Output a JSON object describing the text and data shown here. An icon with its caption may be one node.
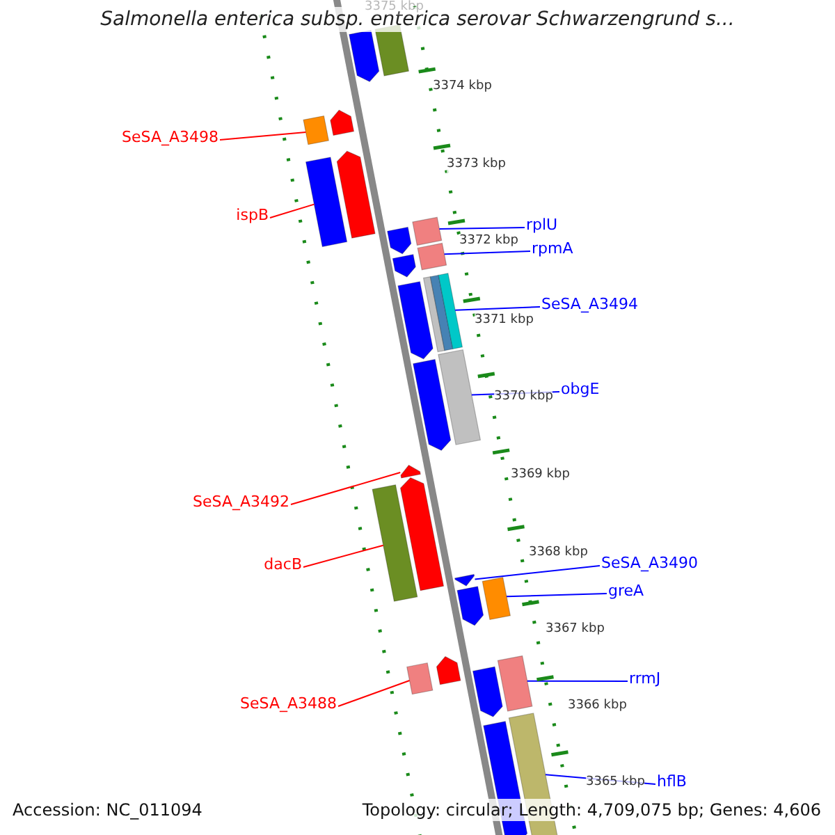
{
  "diagram": {
    "title": "Salmonella enterica subsp. enterica serovar Schwarzengrund s...",
    "nodes": [
      {
        "text": [],
        "shape": "pentagon"
      },
      {
        "text": [],
        "shape": "bar"
      },
      {
        "text": [
          "SeSA_A3498"
        ]
      },
      {
        "text": [],
        "shape": "bar"
      },
      {
        "text": [],
        "shape": "pentagon"
      },
      {
        "text": [
          "ispB"
        ]
      },
      {
        "text": [],
        "shape": "bar"
      },
      {
        "text": [],
        "shape": "pentagon"
      },
      {
        "text": [
          "rplU"
        ]
      },
      {
        "text": [],
        "shape": "pentagon"
      },
      {
        "text": [],
        "shape": "bar"
      },
      {
        "text": [
          "rpmA"
        ]
      },
      {
        "text": [],
        "shape": "pentagon"
      },
      {
        "text": [],
        "shape": "bar"
      },
      {
        "text": [
          "SeSA_A3494"
        ]
      },
      {
        "text": [],
        "shape": "pentagon"
      },
      {
        "text": [],
        "shape": "bar"
      },
      {
        "text": [],
        "shape": "bar"
      },
      {
        "text": [],
        "shape": "bar"
      },
      {
        "text": [
          "obgE"
        ]
      },
      {
        "text": [],
        "shape": "pentagon"
      },
      {
        "text": [],
        "shape": "bar"
      },
      {
        "text": [
          "SeSA_A3492"
        ]
      },
      {
        "text": [],
        "shape": "pentagon"
      },
      {
        "text": [],
        "shape": "pentagon"
      },
      {
        "text": [
          "dacB"
        ]
      },
      {
        "text": [],
        "shape": "bar"
      },
      {
        "text": [
          "SeSA_A3490"
        ]
      },
      {
        "text": [],
        "shape": "pentagon"
      },
      {
        "text": [],
        "shape": "pentagon"
      },
      {
        "text": [
          "greA"
        ]
      },
      {
        "text": [],
        "shape": "bar"
      },
      {
        "text": [
          "SeSA_A3488"
        ]
      },
      {
        "text": [],
        "shape": "bar"
      },
      {
        "text": [],
        "shape": "pentagon"
      },
      {
        "text": [
          "rrmJ"
        ]
      },
      {
        "text": [],
        "shape": "pentagon"
      },
      {
        "text": [],
        "shape": "bar"
      },
      {
        "text": [
          "hflB"
        ]
      },
      {
        "text": [],
        "shape": "pentagon"
      },
      {
        "text": [],
        "shape": "bar"
      }
    ],
    "edges": [
      {
        "from": 2,
        "to": 3,
        "arrow": "none",
        "color": "#ff0000"
      },
      {
        "from": 5,
        "to": 6,
        "arrow": "none",
        "color": "#ff0000"
      },
      {
        "from": 8,
        "to": 10,
        "arrow": "none"
      },
      {
        "from": 11,
        "to": 13,
        "arrow": "none"
      },
      {
        "from": 14,
        "to": 18,
        "arrow": "none"
      },
      {
        "from": 19,
        "to": 21,
        "arrow": "none"
      },
      {
        "from": 22,
        "to": 23,
        "arrow": "none",
        "color": "#ff0000"
      },
      {
        "from": 25,
        "to": 26,
        "arrow": "none",
        "color": "#ff0000"
      },
      {
        "from": 27,
        "to": 28,
        "arrow": "none"
      },
      {
        "from": 30,
        "to": 31,
        "arrow": "none"
      },
      {
        "from": 32,
        "to": 33,
        "arrow": "none",
        "color": "#ff0000"
      },
      {
        "from": 35,
        "to": 37,
        "arrow": "none"
      },
      {
        "from": 38,
        "to": 40,
        "arrow": "none"
      }
    ],
    "labels": [
      "3375 kbp",
      "3374 kbp",
      "3373 kbp",
      "3372 kbp",
      "3371 kbp",
      "3370 kbp",
      "3369 kbp",
      "3368 kbp",
      "3367 kbp",
      "3366 kbp",
      "3365 kbp",
      "Accession: NC_011094",
      "Topology: circular; Length: 4,709,075 bp; Genes: 4,606"
    ]
  }
}
